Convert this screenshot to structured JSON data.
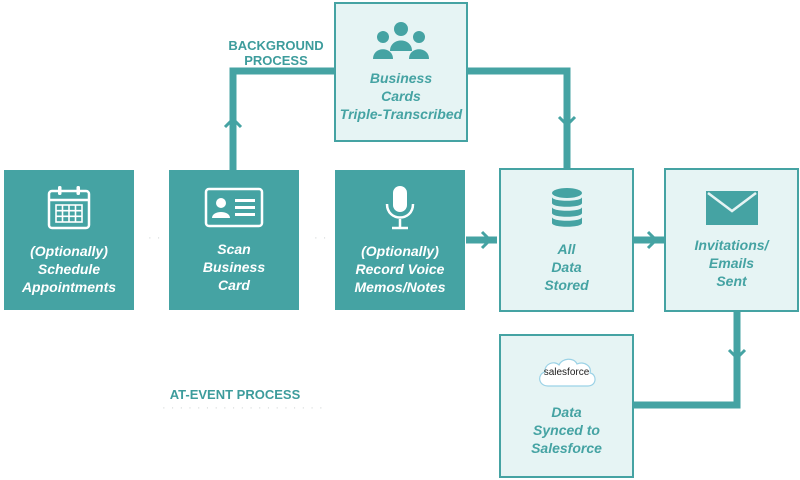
{
  "captions": {
    "background": "BACKGROUND\nPROCESS",
    "at_event": "AT-EVENT PROCESS"
  },
  "boxes": {
    "schedule": "(Optionally)\nSchedule\nAppointments",
    "scan": "Scan\nBusiness\nCard",
    "record": "(Optionally)\nRecord Voice\nMemos/Notes",
    "business_cards": "Business\nCards\nTriple-Transcribed",
    "stored": "All\nData\nStored",
    "invitations": "Invitations/\nEmails\nSent",
    "synced": "Data\nSynced to\nSalesforce"
  },
  "salesforce_logo_text": "salesforce",
  "icons": {
    "schedule": "calendar-icon",
    "scan": "id-card-icon",
    "record": "microphone-icon",
    "business_cards": "people-group-icon",
    "stored": "database-icon",
    "invitations": "envelope-icon",
    "synced": "salesforce-cloud-logo"
  },
  "colors": {
    "teal": "#45a3a3",
    "light_fill": "#e6f4f4"
  }
}
